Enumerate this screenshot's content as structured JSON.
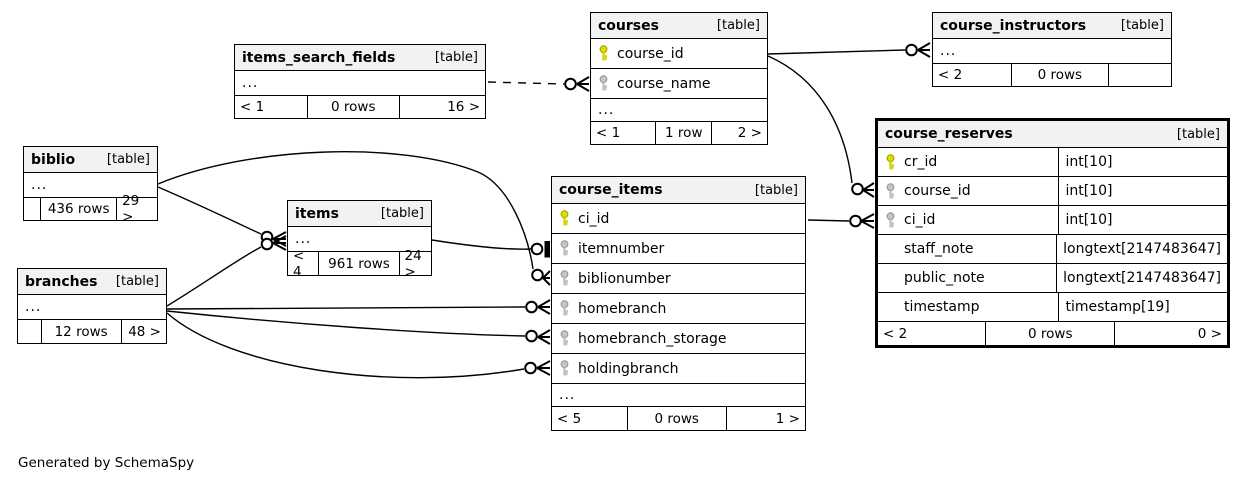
{
  "diagram": {
    "generated_note": "Generated by SchemaSpy"
  },
  "colors": {
    "primary_key": "#dede00",
    "foreign_key": "#c6c6c6",
    "header_bg": "#f2f2f2",
    "line": "#000000"
  },
  "tables": {
    "items_search_fields": {
      "title": "items_search_fields",
      "tag": "[table]",
      "rows": [
        {
          "name": "..."
        }
      ],
      "footer": {
        "left": "< 1",
        "center": "0 rows",
        "right": "16 >"
      }
    },
    "courses": {
      "title": "courses",
      "tag": "[table]",
      "rows": [
        {
          "name": "course_id",
          "key": "primary"
        },
        {
          "name": "course_name",
          "key": "foreign"
        },
        {
          "name": "..."
        }
      ],
      "footer": {
        "left": "< 1",
        "center": "1 row",
        "right": "2 >"
      }
    },
    "course_instructors": {
      "title": "course_instructors",
      "tag": "[table]",
      "rows": [
        {
          "name": "..."
        }
      ],
      "footer": {
        "left": "< 2",
        "center": "0 rows",
        "right": ""
      }
    },
    "course_reserves": {
      "title": "course_reserves",
      "tag": "[table]",
      "rows": [
        {
          "name": "cr_id",
          "key": "primary",
          "type": "int[10]"
        },
        {
          "name": "course_id",
          "key": "foreign",
          "type": "int[10]"
        },
        {
          "name": "ci_id",
          "key": "foreign",
          "type": "int[10]"
        },
        {
          "name": "staff_note",
          "type": "longtext[2147483647]"
        },
        {
          "name": "public_note",
          "type": "longtext[2147483647]"
        },
        {
          "name": "timestamp",
          "type": "timestamp[19]"
        }
      ],
      "footer": {
        "left": "< 2",
        "center": "0 rows",
        "right": "0 >"
      }
    },
    "biblio": {
      "title": "biblio",
      "tag": "[table]",
      "rows": [
        {
          "name": "..."
        }
      ],
      "footer": {
        "left": "",
        "center": "436 rows",
        "right": "29 >"
      }
    },
    "items": {
      "title": "items",
      "tag": "[table]",
      "rows": [
        {
          "name": "..."
        }
      ],
      "footer": {
        "left": "< 4",
        "center": "961 rows",
        "right": "24 >"
      }
    },
    "branches": {
      "title": "branches",
      "tag": "[table]",
      "rows": [
        {
          "name": "..."
        }
      ],
      "footer": {
        "left": "",
        "center": "12 rows",
        "right": "48 >"
      }
    },
    "course_items": {
      "title": "course_items",
      "tag": "[table]",
      "rows": [
        {
          "name": "ci_id",
          "key": "primary"
        },
        {
          "name": "itemnumber",
          "key": "foreign"
        },
        {
          "name": "biblionumber",
          "key": "foreign"
        },
        {
          "name": "homebranch",
          "key": "foreign"
        },
        {
          "name": "homebranch_storage",
          "key": "foreign"
        },
        {
          "name": "holdingbranch",
          "key": "foreign"
        },
        {
          "name": "..."
        }
      ],
      "footer": {
        "left": "< 5",
        "center": "0 rows",
        "right": "1 >"
      }
    }
  },
  "relationships": [
    {
      "from": "items_search_fields",
      "to": "courses.course_name",
      "style": "dashed"
    },
    {
      "from": "courses.course_id",
      "to": "course_instructors",
      "style": "solid"
    },
    {
      "from": "courses.course_id",
      "to": "course_reserves.course_id",
      "style": "solid"
    },
    {
      "from": "course_items.ci_id",
      "to": "course_reserves.ci_id",
      "style": "solid"
    },
    {
      "from": "items",
      "to": "course_items.itemnumber",
      "style": "solid"
    },
    {
      "from": "biblio",
      "to": "course_items.biblionumber",
      "style": "solid"
    },
    {
      "from": "biblio",
      "to": "items",
      "style": "solid"
    },
    {
      "from": "branches",
      "to": "items",
      "style": "solid"
    },
    {
      "from": "branches",
      "to": "course_items.homebranch",
      "style": "solid"
    },
    {
      "from": "branches",
      "to": "course_items.homebranch_storage",
      "style": "solid"
    },
    {
      "from": "branches",
      "to": "course_items.holdingbranch",
      "style": "solid"
    }
  ]
}
